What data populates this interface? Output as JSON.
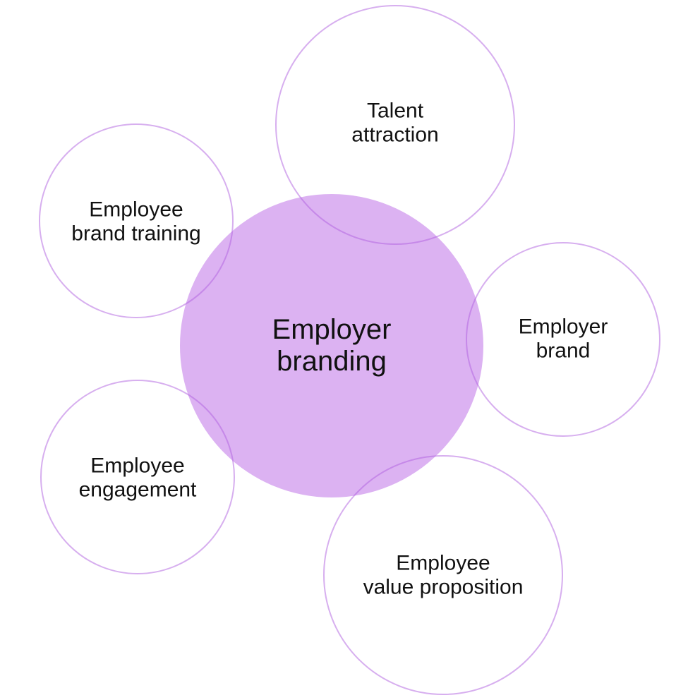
{
  "colors": {
    "center_fill": "#dcb2f2",
    "stroke": "#b060e0"
  },
  "center": {
    "line1": "Employer",
    "line2": "branding"
  },
  "nodes": [
    {
      "line1": "Talent",
      "line2": "attraction"
    },
    {
      "line1": "Employee",
      "line2": "brand training"
    },
    {
      "line1": "Employer",
      "line2": "brand"
    },
    {
      "line1": "Employee",
      "line2": "engagement"
    },
    {
      "line1": "Employee",
      "line2": "value proposition"
    }
  ]
}
